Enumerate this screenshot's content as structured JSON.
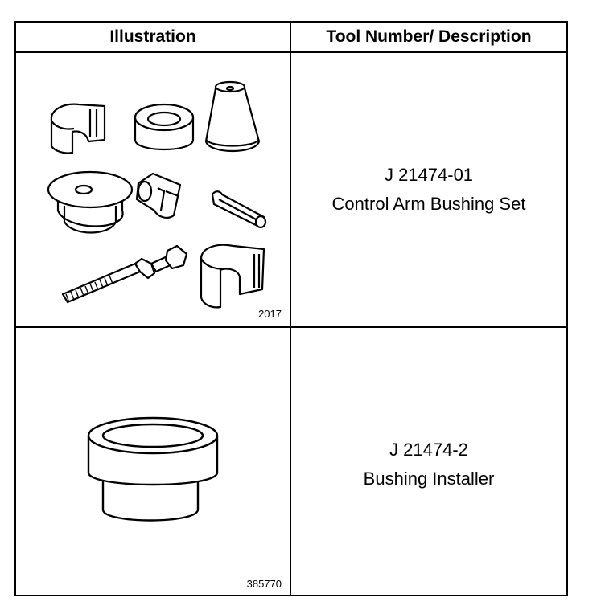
{
  "table": {
    "headers": {
      "illustration": "Illustration",
      "tool": "Tool Number/ Description"
    },
    "rows": [
      {
        "tool_number": "J 21474-01",
        "description": "Control Arm Bushing Set",
        "figure_number": "2017"
      },
      {
        "tool_number": "J 21474-2",
        "description": "Bushing Installer",
        "figure_number": "385770"
      }
    ]
  }
}
